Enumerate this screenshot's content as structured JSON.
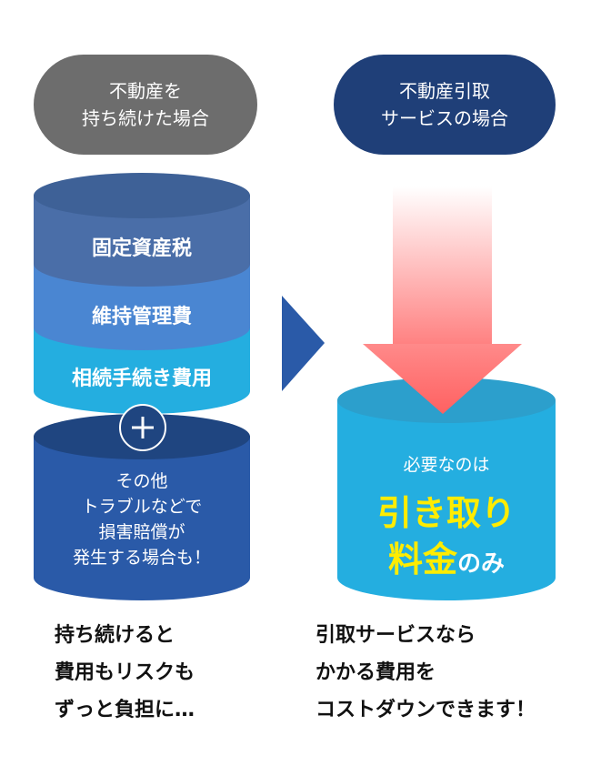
{
  "left": {
    "badge": [
      "不動産を",
      "持ち続けた場合"
    ],
    "layers": [
      "固定資産税",
      "維持管理費",
      "相続手続き費用"
    ],
    "plus_icon": "plus-icon",
    "other": [
      "その他",
      "トラブルなどで",
      "損害賠償が",
      "発生する場合も！"
    ],
    "caption": [
      "持ち続けると",
      "費用もリスクも",
      "ずっと負担に…"
    ]
  },
  "right": {
    "badge": [
      "不動産引取",
      "サービスの場合"
    ],
    "need": "必要なのは",
    "highlight1": "引き取り",
    "highlight2": "料金",
    "suffix": "のみ",
    "caption": [
      "引取サービスなら",
      "かかる費用を",
      "コストダウンできます！"
    ]
  },
  "colors": {
    "left_badge": "#6d6d6d",
    "right_badge": "#1f3f78",
    "layer1": "#44669f",
    "layer2": "#4a86d2",
    "layer3": "#24aee0",
    "other": "#2a5aa8",
    "highlight": "#ffec00",
    "arrow": "#ff6b6b"
  }
}
